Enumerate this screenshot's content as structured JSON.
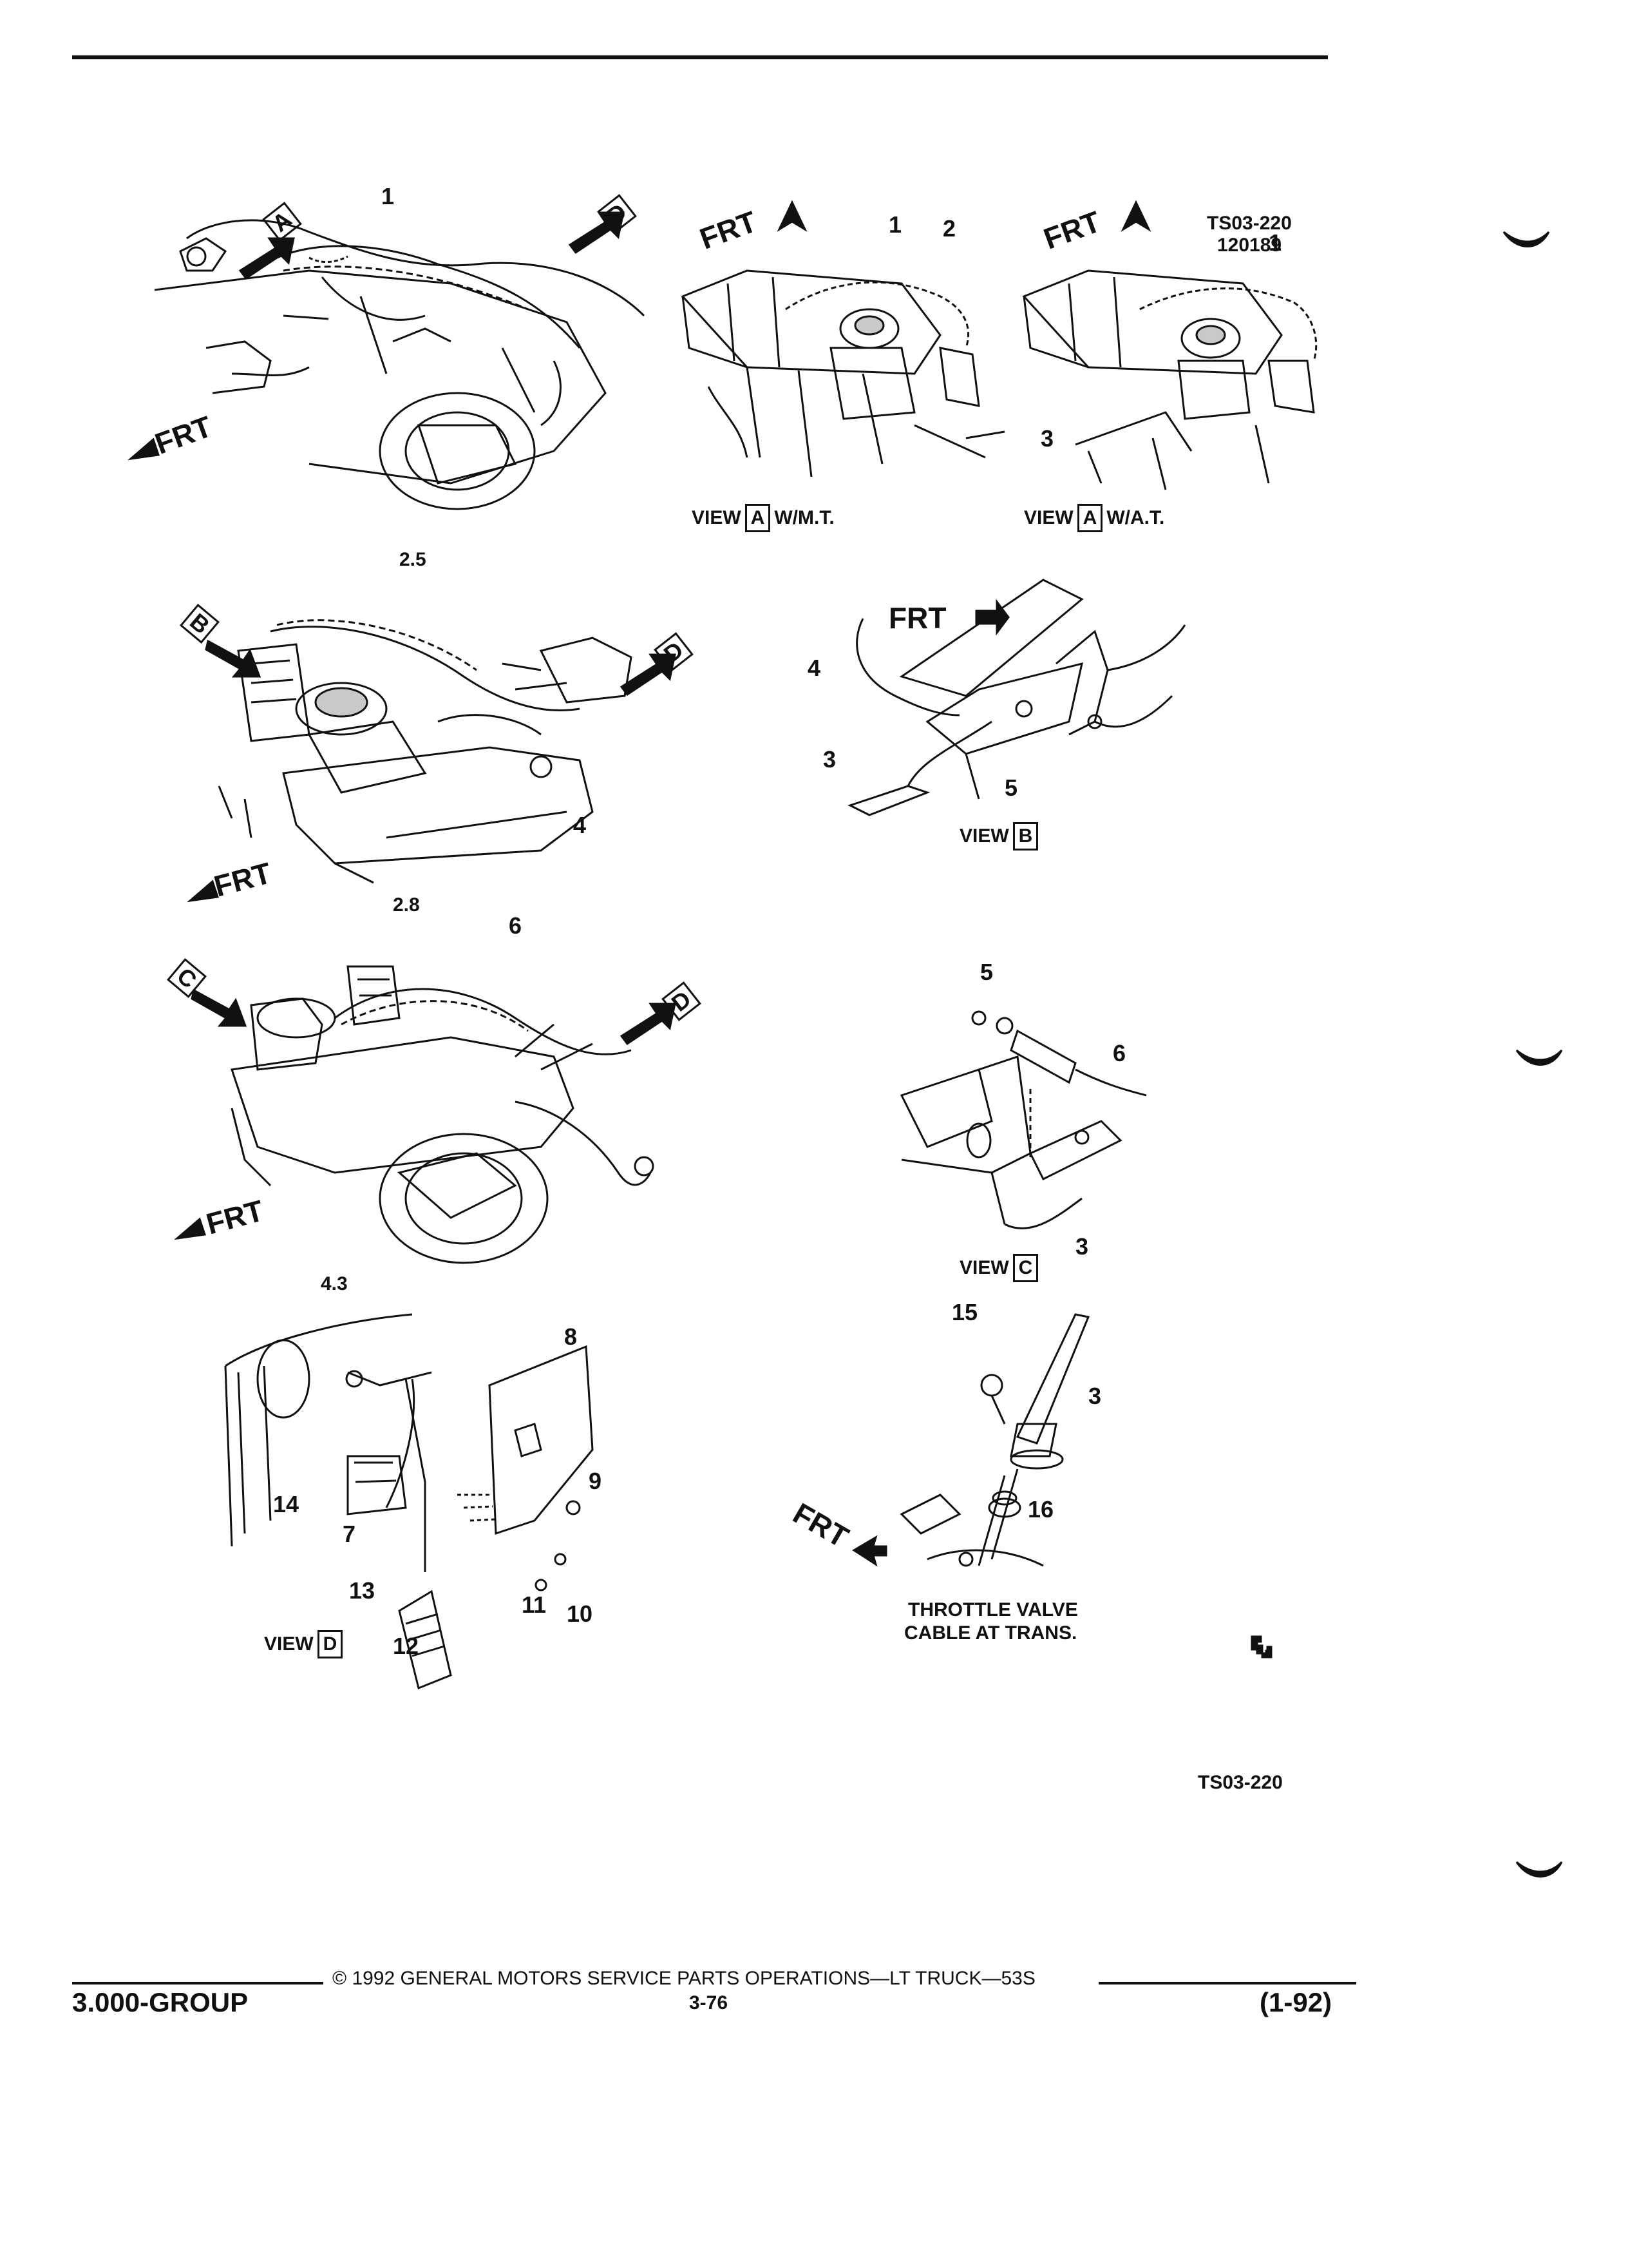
{
  "header": {
    "doc_code": "TS03-220",
    "date_code": "120189"
  },
  "front_marker": "FRT",
  "view_letters": {
    "a": "A",
    "b": "B",
    "c": "C",
    "d": "D"
  },
  "engines": {
    "e1": "2.5",
    "e2": "2.8",
    "e3": "4.3"
  },
  "views": {
    "view_word": "VIEW",
    "a_mt_suffix": "W/M.T.",
    "a_at_suffix": "W/A.T."
  },
  "callouts": {
    "c1": "1",
    "c2": "2",
    "c3": "3",
    "c4": "4",
    "c5": "5",
    "c6": "6",
    "c7": "7",
    "c8": "8",
    "c9": "9",
    "c10": "10",
    "c11": "11",
    "c12": "12",
    "c13": "13",
    "c14": "14",
    "c15": "15",
    "c16": "16"
  },
  "trans_caption": {
    "line1": "THROTTLE VALVE",
    "line2": "CABLE AT TRANS."
  },
  "footer_code": "TS03-220",
  "footer": {
    "copyright": "© 1992 GENERAL MOTORS SERVICE PARTS OPERATIONS—LT TRUCK—53S",
    "group": "3.000-GROUP",
    "page": "3-76",
    "revision": "(1-92)"
  }
}
